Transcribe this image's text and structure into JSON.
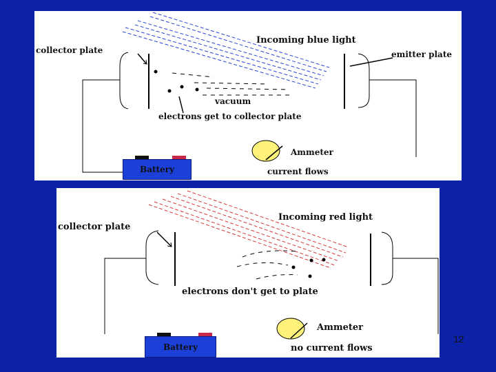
{
  "slide_number": "12",
  "colors": {
    "background": "#0b22a8",
    "blue_light": "#2a44d8",
    "red_light": "#d83a3a",
    "battery": "#1c3fd8",
    "ammeter": "#fff27a",
    "terminal_negative": "#111111",
    "terminal_positive": "#c8284a"
  },
  "top_diagram": {
    "incoming_light": "Incoming blue light",
    "collector_plate": "collector plate",
    "emitter_plate": "emitter plate",
    "vacuum": "vacuum",
    "electrons_note": "electrons get to collector plate",
    "ammeter": "Ammeter",
    "current_note": "current flows",
    "battery": "Battery"
  },
  "bottom_diagram": {
    "incoming_light": "Incoming red light",
    "collector_plate": "collector plate",
    "electrons_note": "electrons don't get to plate",
    "ammeter": "Ammeter",
    "current_note": "no current flows",
    "battery": "Battery"
  }
}
